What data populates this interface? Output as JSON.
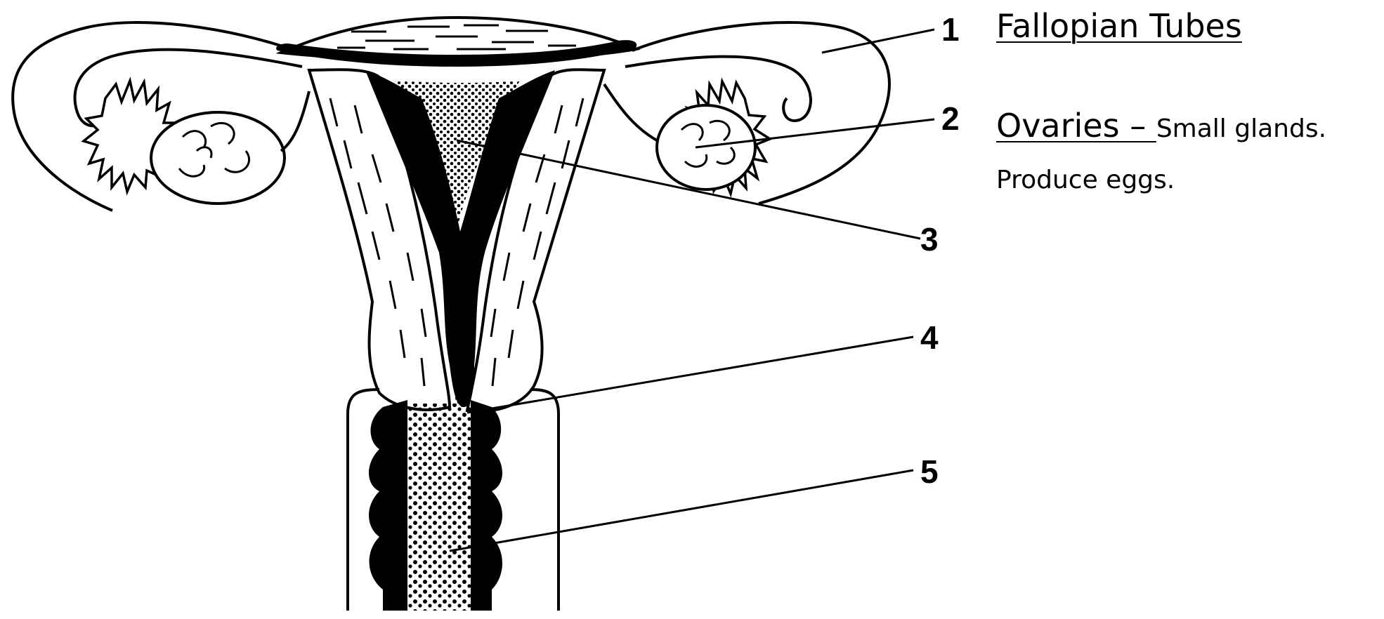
{
  "numbers": [
    "1",
    "2",
    "3",
    "4",
    "5"
  ],
  "labels": {
    "fallopian": {
      "title": "Fallopian Tubes"
    },
    "ovaries": {
      "title": "Ovaries – ",
      "desc_line1": "Small glands.",
      "desc_line2": "Produce eggs."
    }
  },
  "colors": {
    "ink": "#000000",
    "background": "#ffffff"
  }
}
